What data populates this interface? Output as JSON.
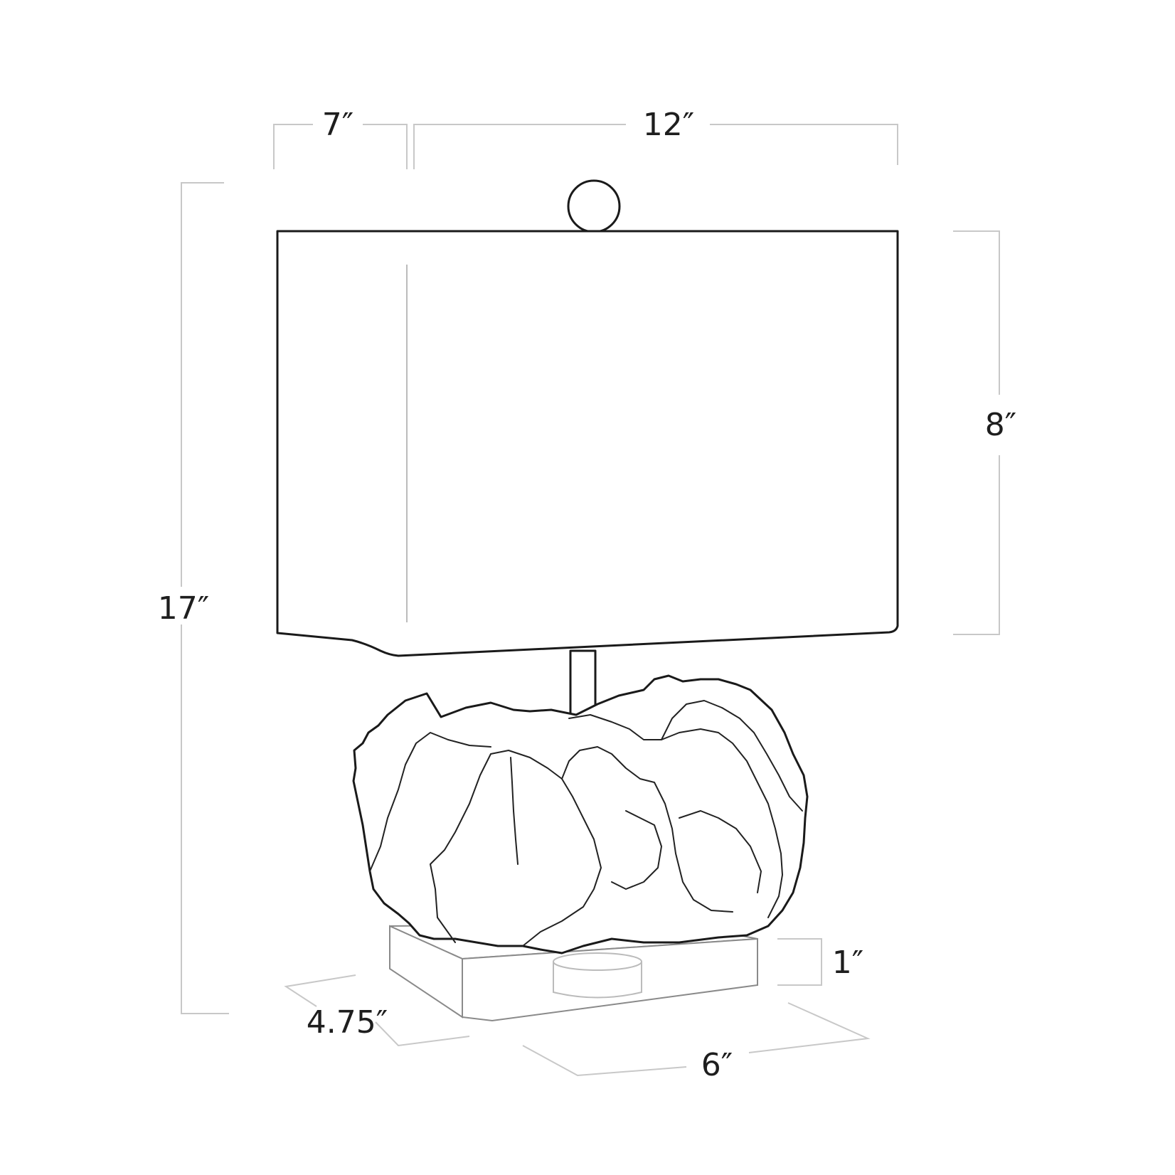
{
  "dimensions": {
    "shade_depth": "7″",
    "shade_width": "12″",
    "shade_height": "8″",
    "overall_height": "17″",
    "base_height": "1″",
    "base_depth": "4.75″",
    "base_width": "6″"
  },
  "colors": {
    "line_art": "#1a1a1a",
    "dimension_lines": "#c8c8c8",
    "background": "#ffffff"
  }
}
